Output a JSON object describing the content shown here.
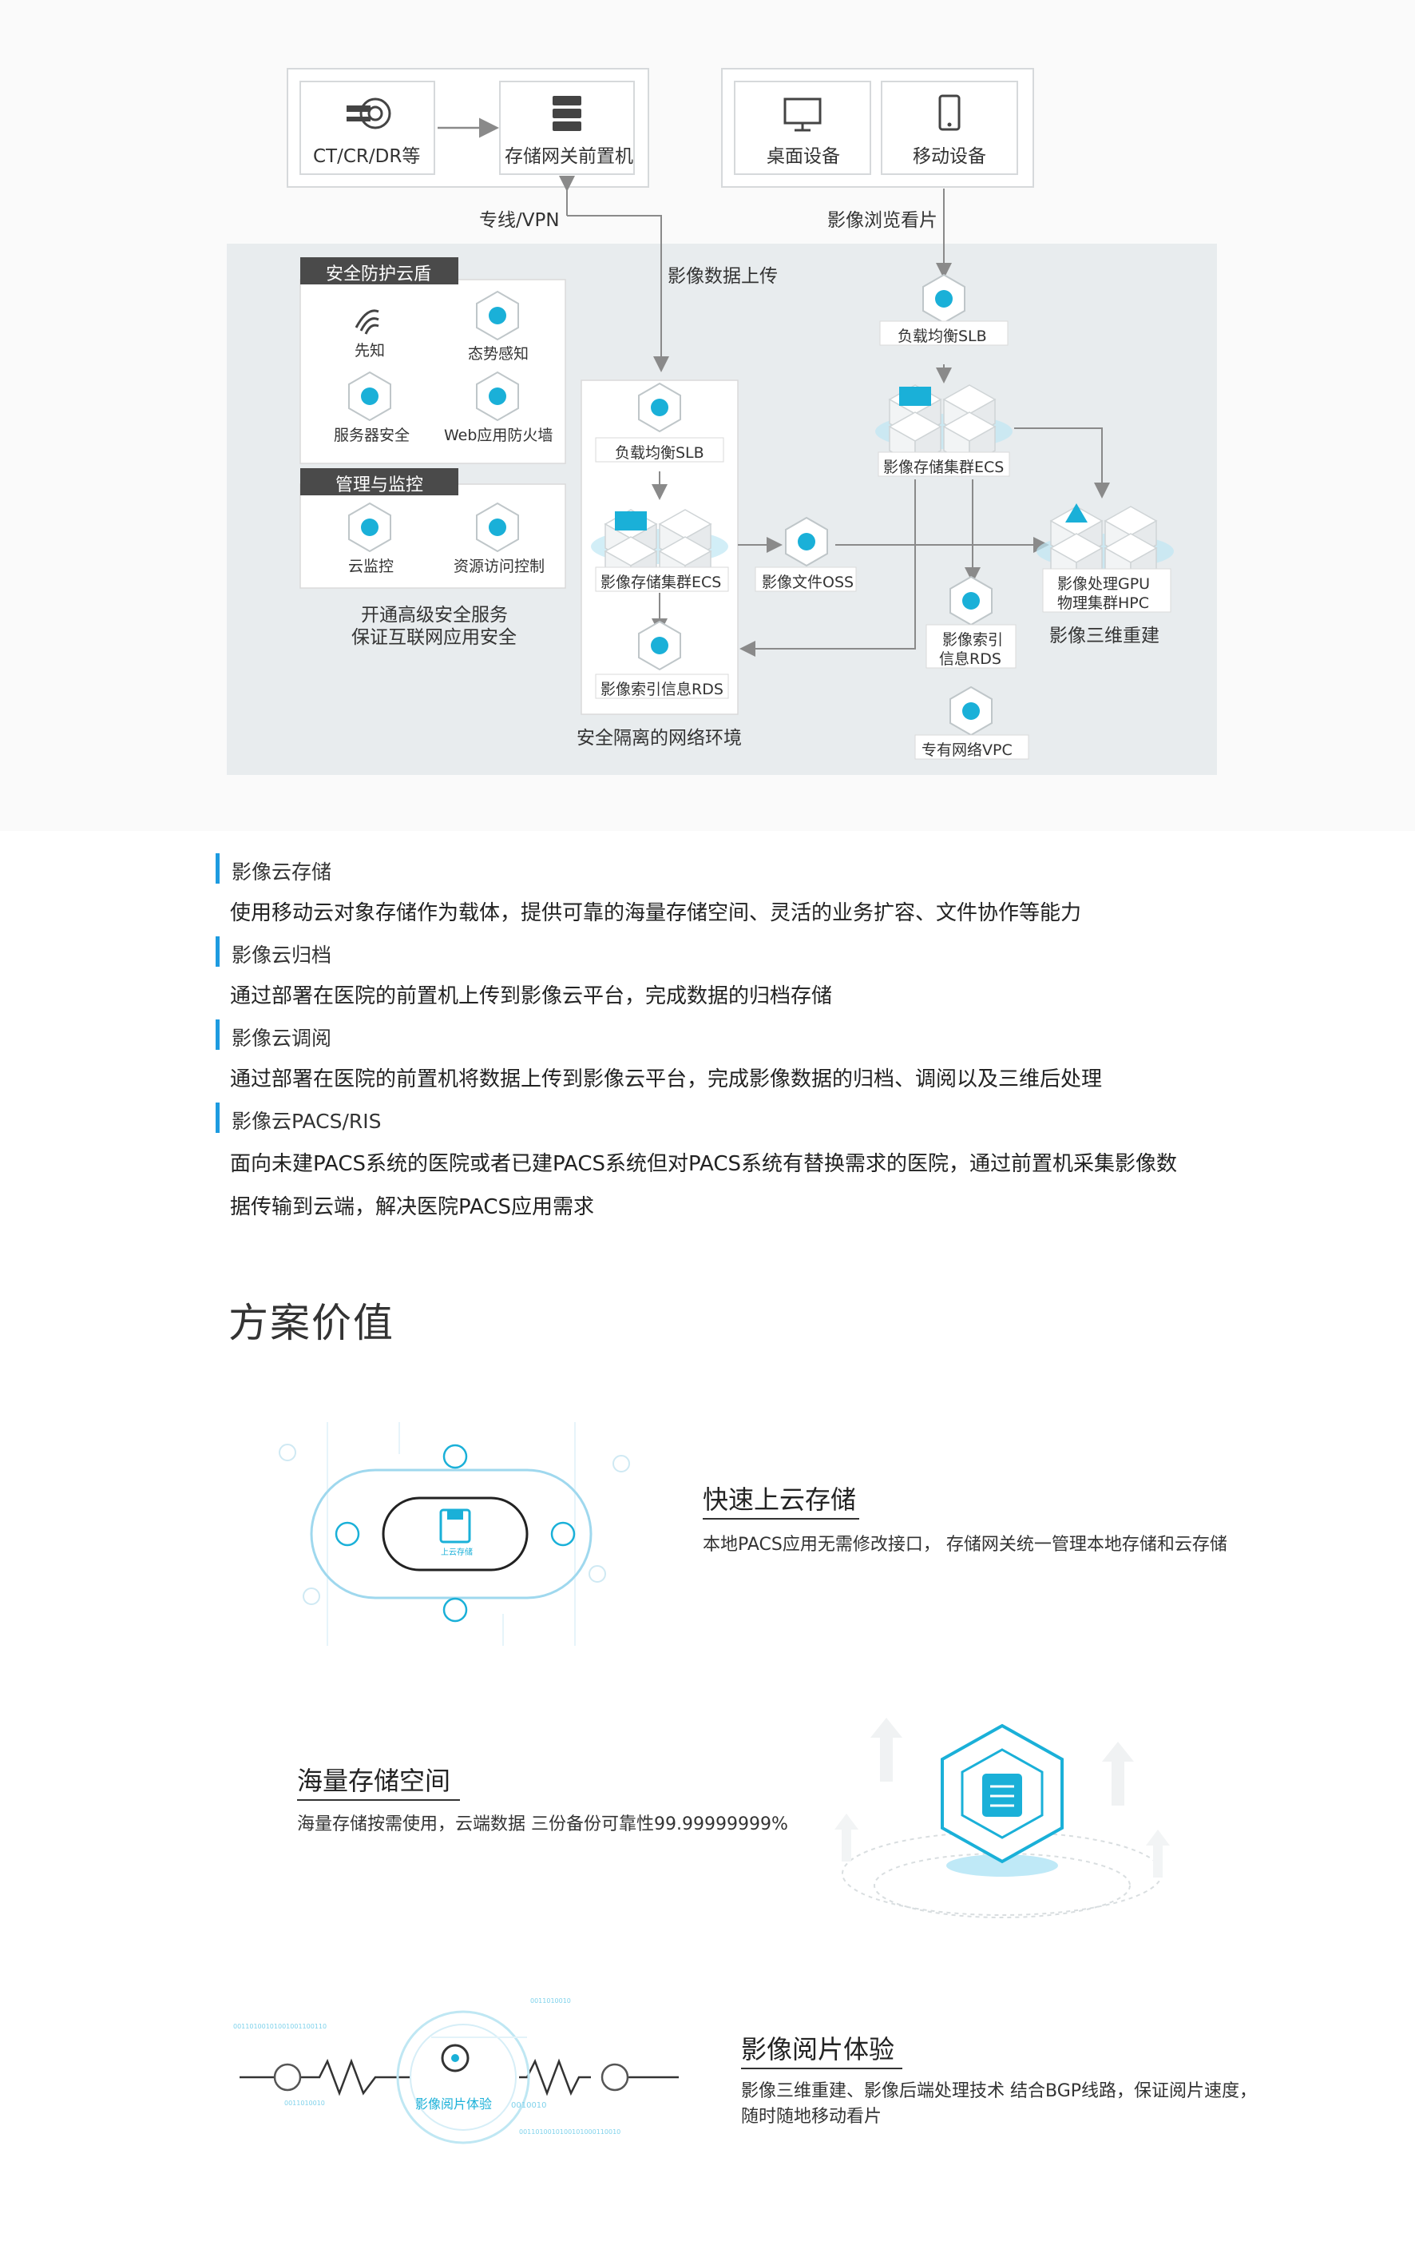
{
  "diagram": {
    "top_left": {
      "ct_label": "CT/CR/DR等",
      "gateway_label": "存储网关前置机",
      "vpn_label": "专线/VPN",
      "upload_label": "影像数据上传"
    },
    "top_right": {
      "desktop_label": "桌面设备",
      "mobile_label": "移动设备",
      "browse_label": "影像浏览看片"
    },
    "security": {
      "header": "安全防护云盾",
      "items": [
        "先知",
        "态势感知",
        "服务器安全",
        "Web应用防火墙"
      ]
    },
    "monitoring": {
      "header": "管理与监控",
      "items": [
        "云监控",
        "资源访问控制"
      ]
    },
    "left_caption": [
      "开通高级安全服务",
      "保证互联网应用安全"
    ],
    "isolated": {
      "slb": "负载均衡SLB",
      "ecs": "影像存储集群ECS",
      "rds": "影像索引信息RDS",
      "caption": "安全隔离的网络环境"
    },
    "oss": "影像文件OSS",
    "right": {
      "slb": "负载均衡SLB",
      "ecs": "影像存储集群ECS",
      "gpu": [
        "影像处理GPU",
        "物理集群HPC"
      ],
      "gpu_caption": "影像三维重建",
      "rds": [
        "影像索引",
        "信息RDS"
      ],
      "vpc": "专有网络VPC"
    },
    "colors": {
      "accent": "#1ab0d8",
      "panel": "#e8ecee",
      "dark_header": "#4a4a4a"
    }
  },
  "features": [
    {
      "title": "影像云存储",
      "desc": [
        "使用移动云对象存储作为载体，提供可靠的海量存储空间、灵活的业务扩容、文件协作等能力"
      ]
    },
    {
      "title": "影像云归档",
      "desc": [
        "通过部署在医院的前置机上传到影像云平台，完成数据的归档存储"
      ]
    },
    {
      "title": "影像云调阅",
      "desc": [
        "通过部署在医院的前置机将数据上传到影像云平台，完成影像数据的归档、调阅以及三维后处理"
      ]
    },
    {
      "title": "影像云PACS/RIS",
      "desc": [
        "面向未建PACS系统的医院或者已建PACS系统但对PACS系统有替换需求的医院，通过前置机采集影像数",
        "据传输到云端，解决医院PACS应用需求"
      ]
    }
  ],
  "section_title": "方案价值",
  "values": [
    {
      "title": "快速上云存储",
      "desc": [
        "本地PACS应用无需修改接口， 存储网关统一管理本地存储和云存储"
      ],
      "graphic_label": "上云存储"
    },
    {
      "title": "海量存储空间",
      "desc": [
        "海量存储按需使用，云端数据 三份备份可靠性99.99999999%"
      ]
    },
    {
      "title": "影像阅片体验",
      "desc": [
        "影像三维重建、影像后端处理技术 结合BGP线路，保证阅片速度，",
        "随时随地移动看片"
      ],
      "graphic_label": "影像阅片体验",
      "binary_text": [
        "00110100101001001100110",
        "0011010010",
        "0010010",
        "0011010010100101000110010",
        "0011010010"
      ]
    }
  ]
}
